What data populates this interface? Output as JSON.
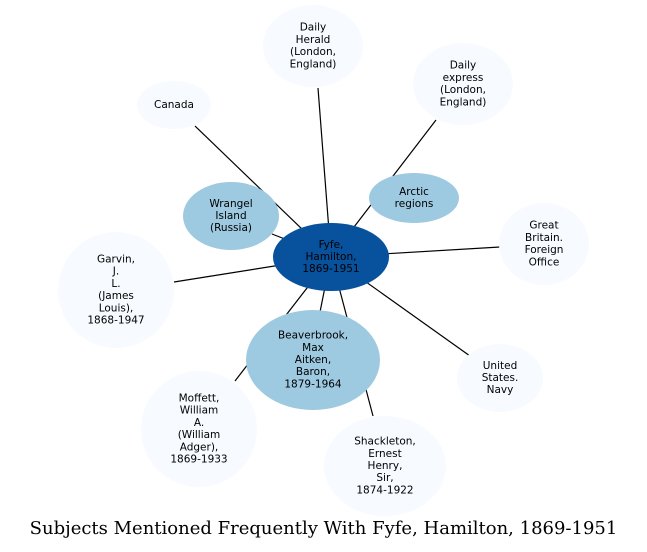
{
  "title": "Subjects Mentioned Frequently With Fyfe, Hamilton, 1869-1951",
  "colors": {
    "center_fill": "#08519c",
    "strong_fill": "#9ecae1",
    "weak_fill": "#f7fbff",
    "edge": "#000000"
  },
  "center": {
    "id": "fyfe",
    "lines": [
      "Fyfe,",
      "Hamilton,",
      "1869-1951"
    ]
  },
  "nodes": [
    {
      "id": "daily-herald",
      "tier": "weak",
      "lines": [
        "Daily",
        "Herald",
        "(London,",
        "England)"
      ]
    },
    {
      "id": "daily-express",
      "tier": "weak",
      "lines": [
        "Daily",
        "express",
        "(London,",
        "England)"
      ]
    },
    {
      "id": "canada",
      "tier": "weak",
      "lines": [
        "Canada"
      ]
    },
    {
      "id": "arctic-regions",
      "tier": "strong",
      "lines": [
        "Arctic",
        "regions"
      ]
    },
    {
      "id": "wrangel-island",
      "tier": "strong",
      "lines": [
        "Wrangel",
        "Island",
        "(Russia)"
      ]
    },
    {
      "id": "great-britain-foreign-office",
      "tier": "weak",
      "lines": [
        "Great",
        "Britain.",
        "Foreign",
        "Office"
      ]
    },
    {
      "id": "garvin",
      "tier": "weak",
      "lines": [
        "Garvin,",
        "J.",
        "L.",
        "(James",
        "Louis),",
        "1868-1947"
      ]
    },
    {
      "id": "beaverbrook",
      "tier": "strong",
      "lines": [
        "Beaverbrook,",
        "Max",
        "Aitken,",
        "Baron,",
        "1879-1964"
      ]
    },
    {
      "id": "united-states-navy",
      "tier": "weak",
      "lines": [
        "United",
        "States.",
        "Navy"
      ]
    },
    {
      "id": "moffett",
      "tier": "weak",
      "lines": [
        "Moffett,",
        "William",
        "A.",
        "(William",
        "Adger),",
        "1869-1933"
      ]
    },
    {
      "id": "shackleton",
      "tier": "weak",
      "lines": [
        "Shackleton,",
        "Ernest",
        "Henry,",
        "Sir,",
        "1874-1922"
      ]
    }
  ]
}
